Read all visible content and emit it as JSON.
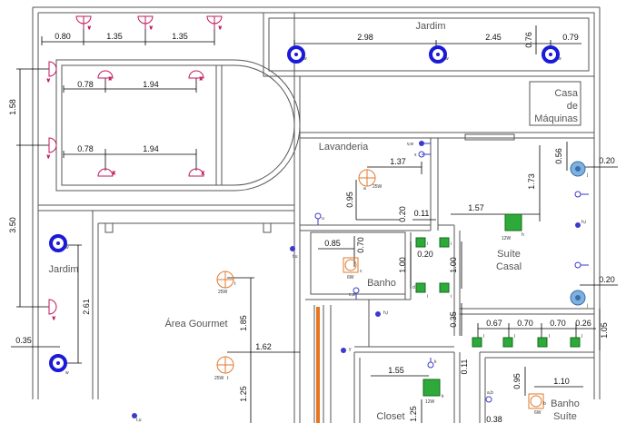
{
  "rooms": {
    "jardim_top": "Jardim",
    "casa_line1": "Casa",
    "casa_line2": "de",
    "casa_line3": "Máquinas",
    "lavanderia": "Lavanderia",
    "jardim_left": "Jardim",
    "area_gourmet": "Área Gourmet",
    "banho": "Banho",
    "suite_line1": "Suíte",
    "suite_line2": "Casal",
    "closet": "Closet",
    "banho_suite_line1": "Banho",
    "banho_suite_line2": "Suíte"
  },
  "dimensions": {
    "d_080": "0.80",
    "d_135a": "1.35",
    "d_135b": "1.35",
    "d_298": "2.98",
    "d_245": "2.45",
    "d_076": "0.76",
    "d_079": "0.79",
    "d_078a": "0.78",
    "d_194a": "1.94",
    "d_078b": "0.78",
    "d_194b": "1.94",
    "d_158": "1.58",
    "d_350": "3.50",
    "d_261": "2.61",
    "d_035a": "0.35",
    "d_137": "1.37",
    "d_095a": "0.95",
    "d_020a": "0.20",
    "d_011a": "0.11",
    "d_157": "1.57",
    "d_173": "1.73",
    "d_056": "0.56",
    "d_020b": "0.20",
    "d_085": "0.85",
    "d_070a": "0.70",
    "d_100a": "1.00",
    "d_020c": "0.20",
    "d_100b": "1.00",
    "d_020d": "0.20",
    "d_185": "1.85",
    "d_162": "1.62",
    "d_125a": "1.25",
    "d_035b": "0.35",
    "d_067": "0.67",
    "d_070b": "0.70",
    "d_070c": "0.70",
    "d_026": "0.26",
    "d_105": "1.05",
    "d_011b": "0.11",
    "d_155": "1.55",
    "d_125b": "1.25",
    "d_095b": "0.95",
    "d_110": "1.10",
    "d_038": "0.38"
  },
  "fixtures": {
    "w": "w",
    "v": "v",
    "x": "x",
    "u": "u",
    "t": "t",
    "tu": "t,u",
    "y": "y",
    "k": "k",
    "j": "j",
    "h": "h",
    "i": "i",
    "d": "d",
    "c": "c",
    "cd": "c,d",
    "hi": "h,i",
    "vw": "v,w",
    "ab": "a,b",
    "a": "a",
    "b": "b",
    "l": "l",
    "p25w": "25W",
    "p6w": "6W",
    "p12w": "12W"
  },
  "colors": {
    "wall": "#555555",
    "lamp_orange": "#e07a2e",
    "lamp_green": "#2eaa3a",
    "lamp_blue": "#1a1ad8",
    "lamp_lightblue": "#7fb1e0",
    "switch_red": "#c2185b",
    "switch_blue": "#3a3acc",
    "pipe_orange": "#e8741f"
  }
}
